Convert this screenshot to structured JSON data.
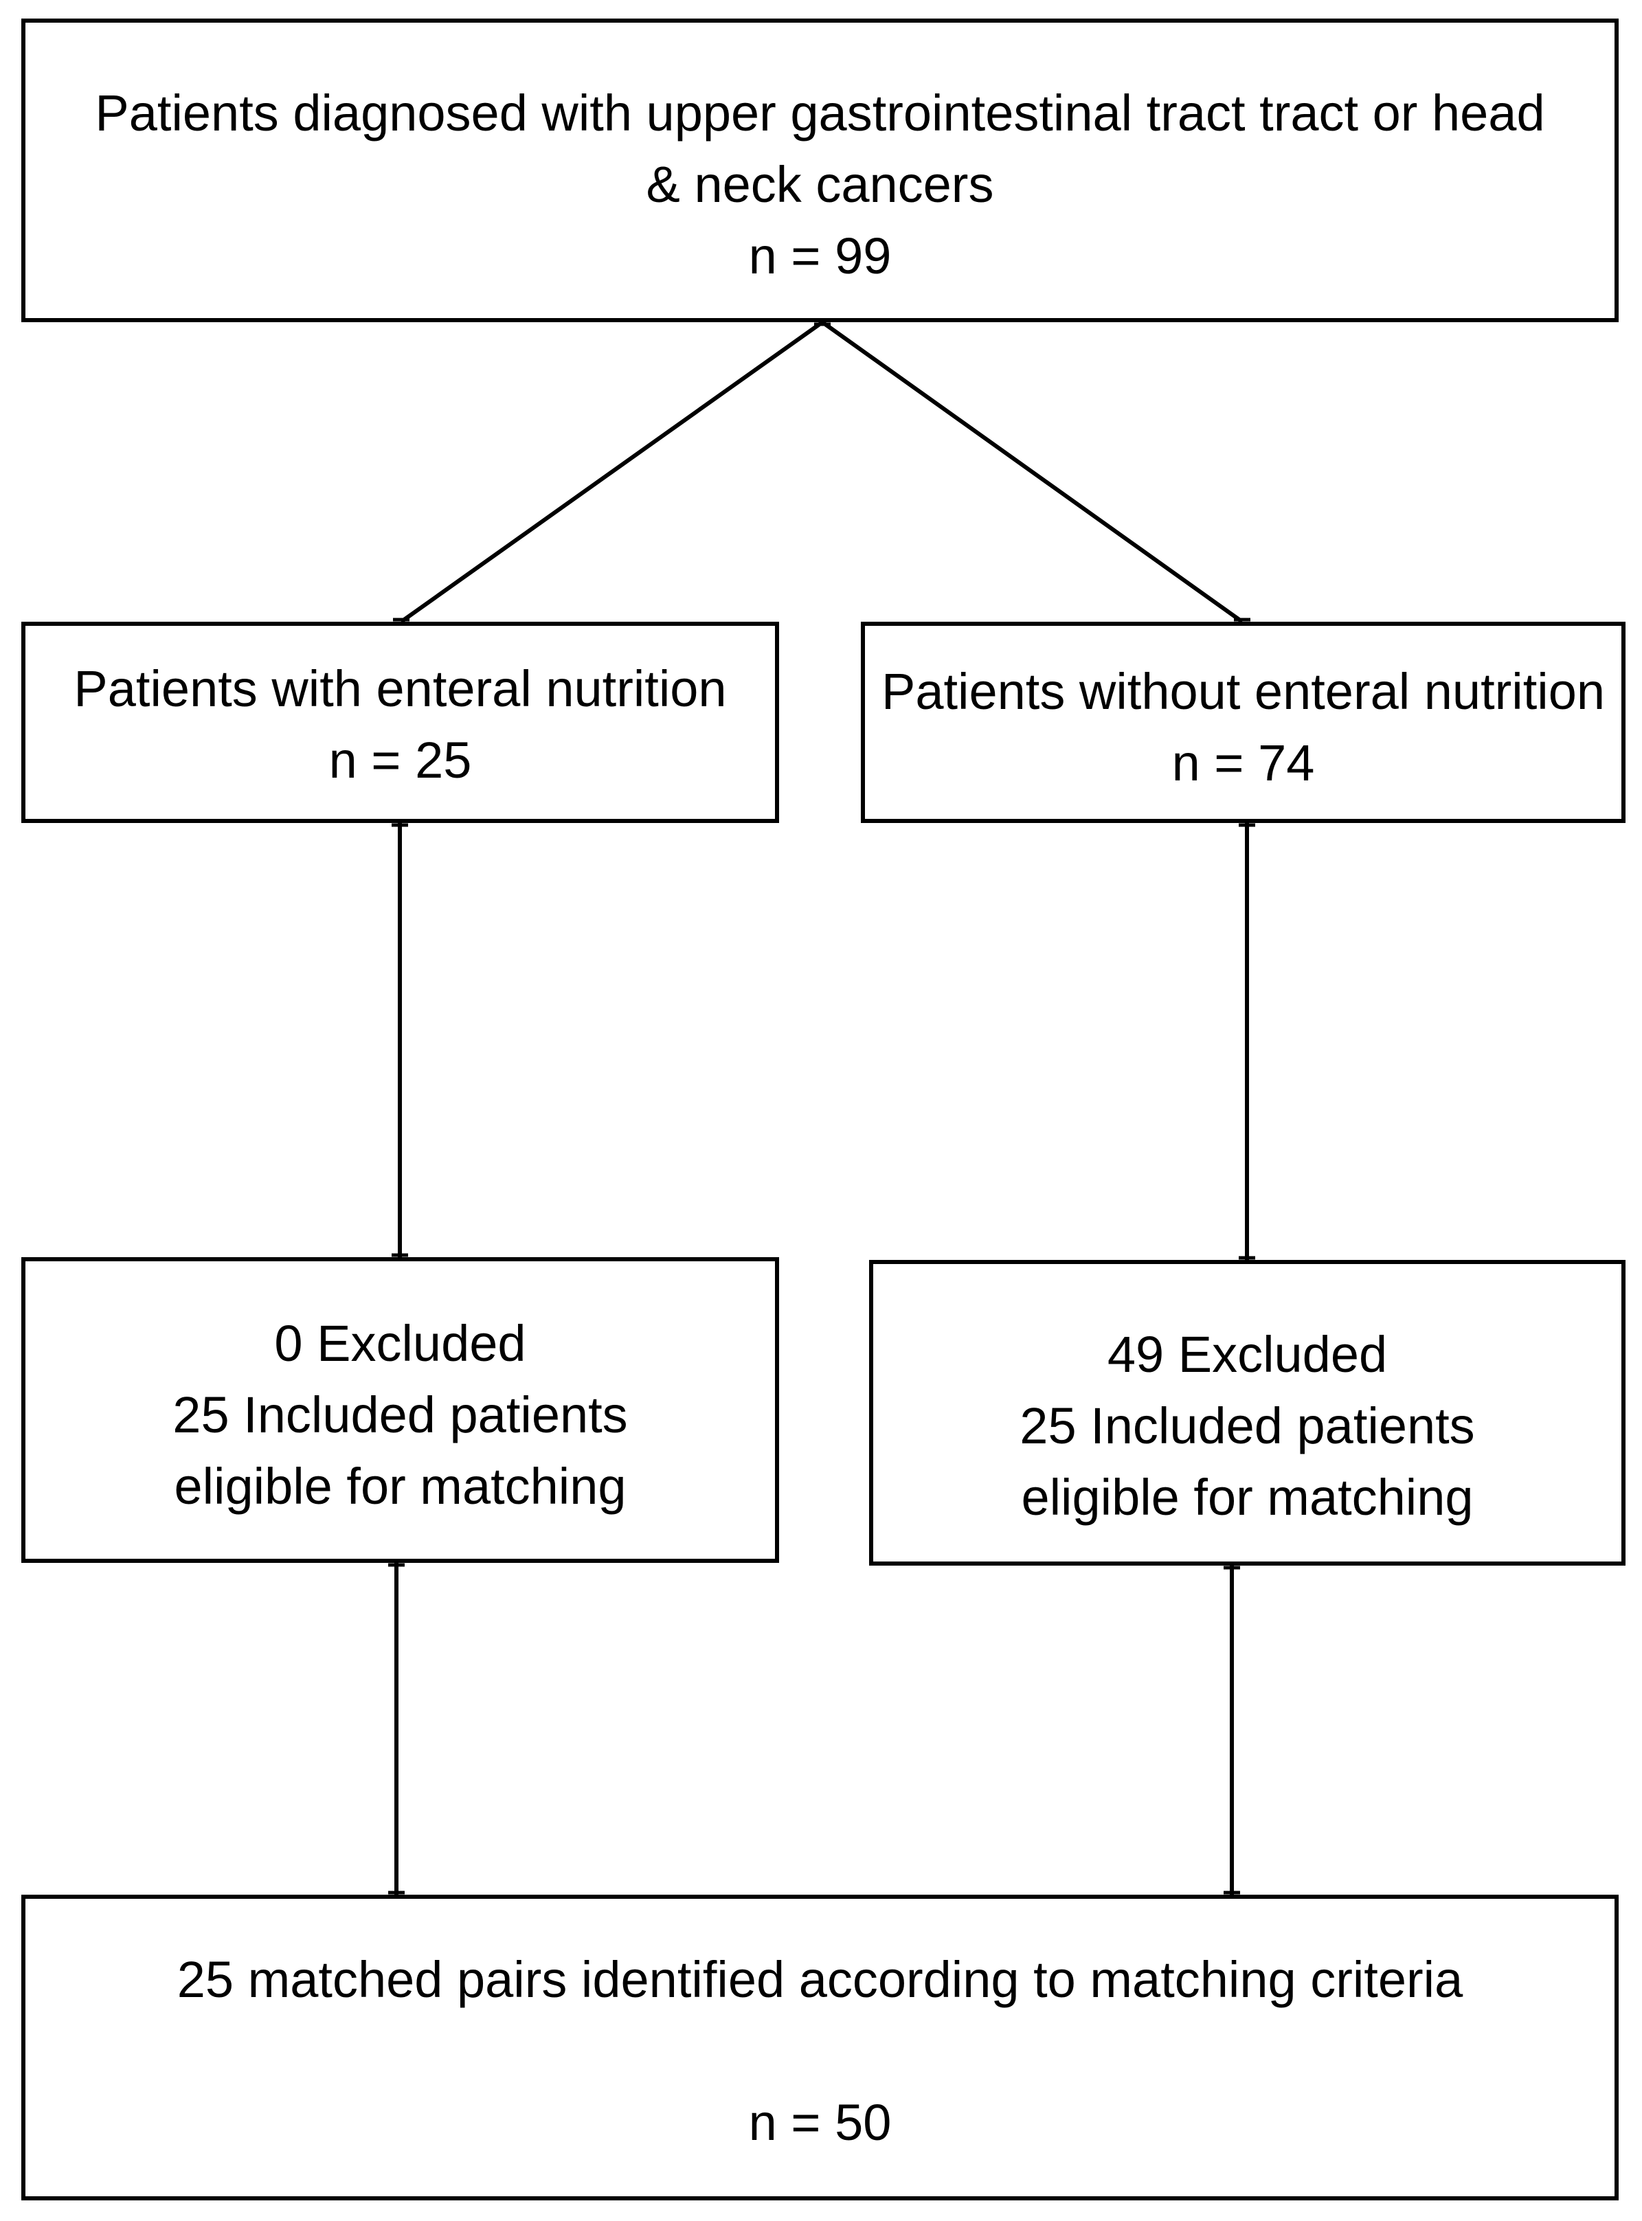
{
  "flowchart": {
    "top": {
      "line1": "Patients diagnosed with upper gastrointestinal tract tract or head",
      "line2": "& neck cancers",
      "count": "n = 99"
    },
    "with_enteral": {
      "label": "Patients with enteral nutrition",
      "count": "n = 25"
    },
    "without_enteral": {
      "label": "Patients without enteral nutrition",
      "count": "n = 74"
    },
    "excluded_left": {
      "line1": "0 Excluded",
      "line2": "25 Included patients",
      "line3": "eligible for matching"
    },
    "excluded_right": {
      "line1": "49 Excluded",
      "line2": "25 Included patients",
      "line3": "eligible for matching"
    },
    "matched": {
      "label": "25 matched pairs identified according to matching criteria",
      "count": "n = 50"
    }
  },
  "colors": {
    "stroke": "#000000",
    "background": "#ffffff"
  }
}
